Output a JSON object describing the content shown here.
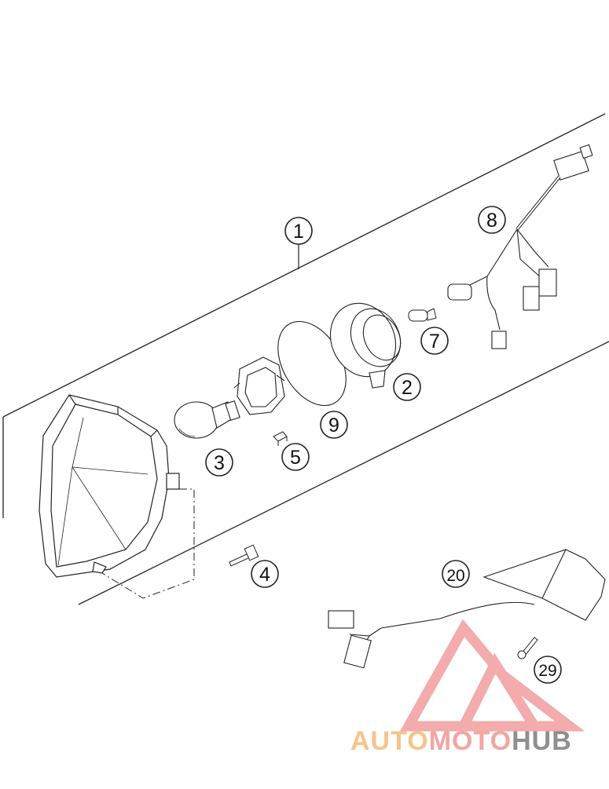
{
  "callouts": {
    "c1": "1",
    "c2": "2",
    "c3": "3",
    "c4": "4",
    "c5": "5",
    "c7": "7",
    "c8": "8",
    "c9": "9",
    "c20": "20",
    "c29": "29"
  },
  "watermark": {
    "part1": "AUTO",
    "part2": "MOTO",
    "part3": "HUB",
    "color_part1": "#f6c48a",
    "color_part2": "#f2a6a0",
    "color_part3": "#8f8f8f",
    "triangle_color": "#ef8f8f"
  }
}
